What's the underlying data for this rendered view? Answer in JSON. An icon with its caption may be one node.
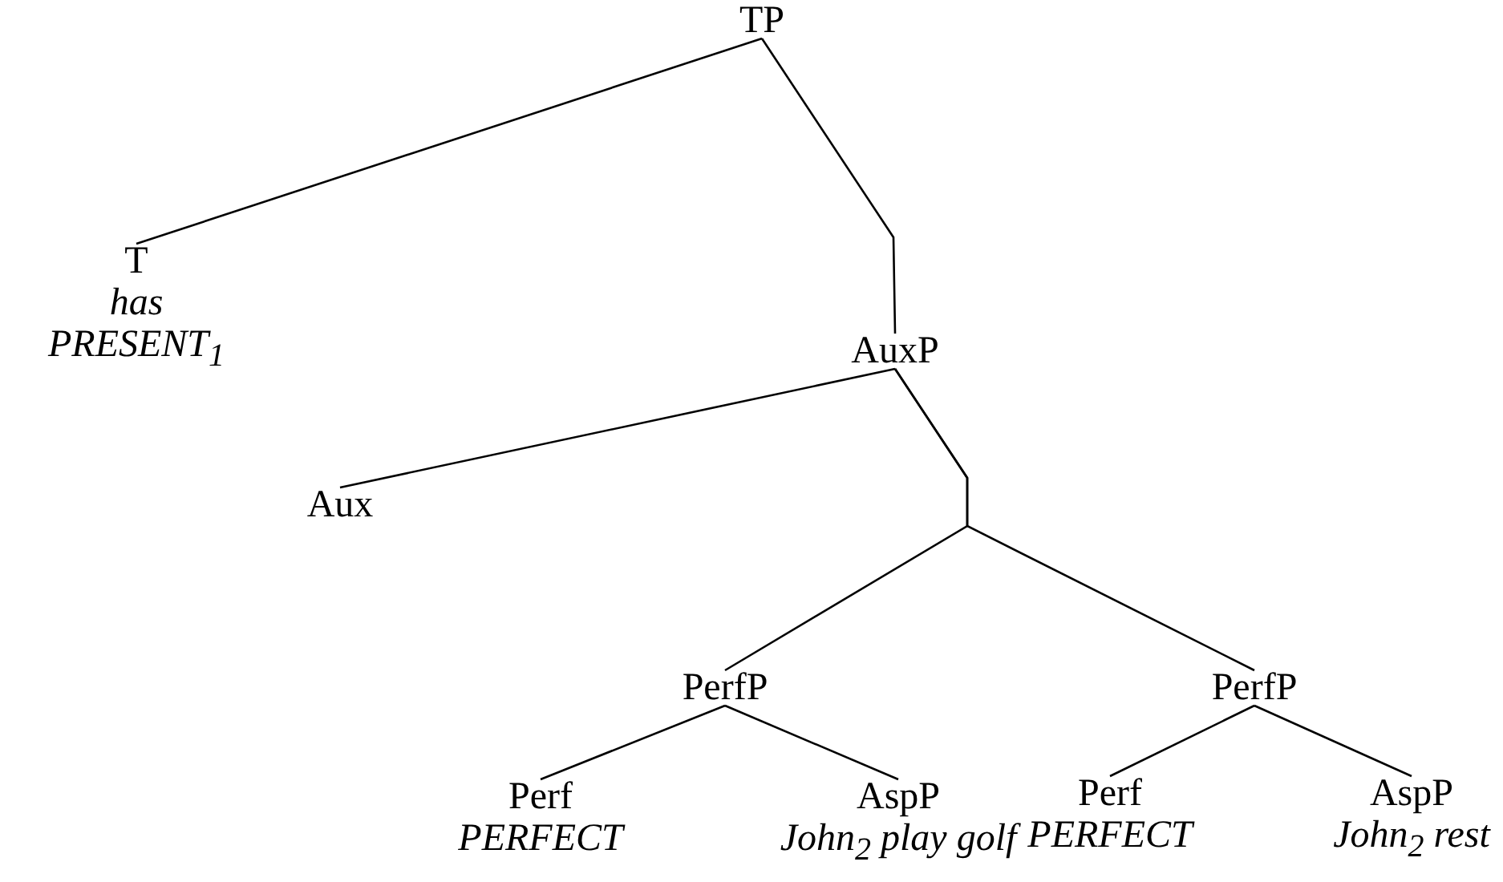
{
  "diagram": {
    "nodes": [
      {
        "text": [
          "TP"
        ]
      },
      {
        "text": [
          "T",
          "has",
          "PRESENT$_{1}$"
        ]
      },
      {
        "text": [
          "AuxP"
        ]
      },
      {
        "text": [
          "Aux"
        ]
      },
      {
        "text": [
          "PerfP"
        ]
      },
      {
        "text": [
          "Perf",
          "PERFECT"
        ]
      },
      {
        "text": [
          "AspP",
          "John$_{2}$ play golf"
        ]
      },
      {
        "text": [
          "PerfP"
        ]
      },
      {
        "text": [
          "Perf",
          "PERFECT"
        ]
      },
      {
        "text": [
          "AspP",
          "John$_{2}$ rest"
        ]
      }
    ],
    "edges": [
      {
        "from": 0,
        "to": 1,
        "arrow": "none"
      },
      {
        "from": 0,
        "to": 2,
        "arrow": "none"
      },
      {
        "from": 2,
        "to": 3,
        "arrow": "none"
      },
      {
        "from": 2,
        "to": 4,
        "arrow": "none"
      },
      {
        "from": 2,
        "to": 7,
        "arrow": "none"
      },
      {
        "from": 4,
        "to": 5,
        "arrow": "none"
      },
      {
        "from": 4,
        "to": 6,
        "arrow": "none"
      },
      {
        "from": 7,
        "to": 8,
        "arrow": "none"
      },
      {
        "from": 7,
        "to": 9,
        "arrow": "none"
      }
    ]
  }
}
